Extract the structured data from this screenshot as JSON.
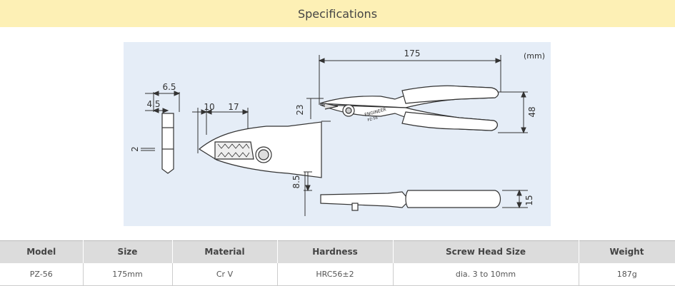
{
  "header": {
    "title": "Specifications"
  },
  "diagram": {
    "unit": "(mm)",
    "dims": {
      "length": "175",
      "jaw_open": "23",
      "handle_span": "48",
      "thickness_head": "6.5",
      "thickness_jaw": "4.5",
      "tip": "2",
      "jaw_len_a": "10",
      "jaw_len_b": "17",
      "side_offset": "8.5",
      "handle_thick": "15"
    },
    "brand_text": "ENGINEER",
    "model_text": "PZ-56"
  },
  "spec_table": {
    "headers": [
      "Model",
      "Size",
      "Material",
      "Hardness",
      "Screw Head Size",
      "Weight"
    ],
    "row": [
      "PZ-56",
      "175mm",
      "Cr V",
      "HRC56±2",
      "dia. 3 to 10mm",
      "187g"
    ]
  },
  "colors": {
    "banner": "#fdf0b5",
    "diagram_bg": "#e5edf7",
    "header_row": "#dcdcdc"
  }
}
